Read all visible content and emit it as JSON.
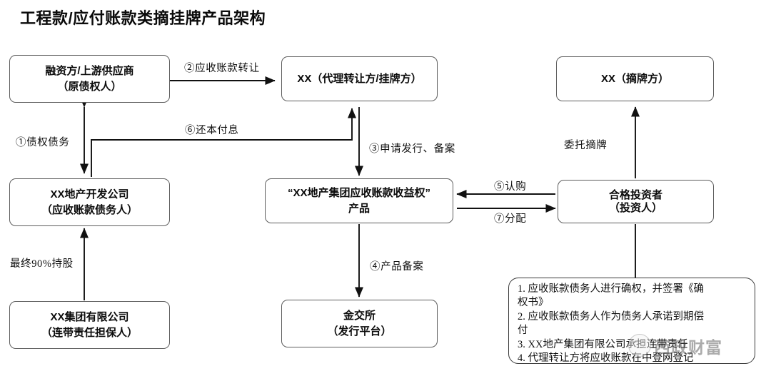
{
  "title": "工程款/应付账款类摘挂牌产品架构",
  "nodes": {
    "financier": {
      "line1": "融资方/上游供应商",
      "line2": "（原债权人）"
    },
    "agent": {
      "line1": "XX（代理转让方/挂牌方）",
      "line2": ""
    },
    "bidder": {
      "line1": "XX（摘牌方）",
      "line2": ""
    },
    "developer": {
      "line1": "XX地产开发公司",
      "line2": "（应收账款债务人）"
    },
    "product": {
      "line1": "“XX地产集团应收账款收益权”",
      "line2": "产品"
    },
    "investor": {
      "line1": "合格投资者",
      "line2": "（投资人）"
    },
    "group": {
      "line1": "XX集团有限公司",
      "line2": "（连带责任担保人）"
    },
    "exchange": {
      "line1": "金交所",
      "line2": "（发行平台）"
    }
  },
  "edge_labels": {
    "e1": "①债权债务",
    "e2": "②应收账款转让",
    "e3": "③申请发行、备案",
    "e4": "④产品备案",
    "e5": "⑤认购",
    "e6": "⑥还本付息",
    "e7": "⑦分配",
    "holding": "最终90%持股",
    "entrust": "委托摘牌"
  },
  "notes": {
    "lines": [
      "1. 应收账款债务人进行确权，并签署《确",
      "权书》",
      "2. 应收账款债务人作为债务人承诺到期偿",
      "付",
      "3. XX地产集团有限公司承担连带责任",
      "4. 代理转让方将应收账款在中登网登记"
    ]
  },
  "watermark": {
    "text": "西政财富"
  },
  "colors": {
    "stroke": "#5d5d5d",
    "line": "#111111",
    "text": "#0b0b0b",
    "background": "#ffffff"
  }
}
